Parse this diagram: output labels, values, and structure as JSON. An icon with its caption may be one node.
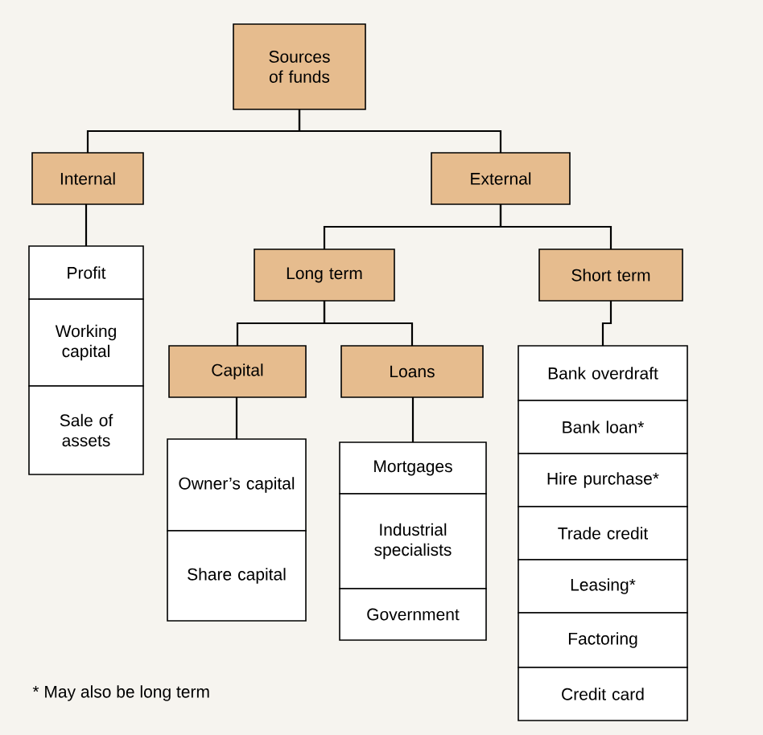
{
  "diagram": {
    "nodes": [
      {
        "text": [
          "Sources of funds"
        ]
      },
      {
        "text": [
          "Internal"
        ]
      },
      {
        "text": [
          "External"
        ]
      },
      {
        "text": [
          "Long term"
        ]
      },
      {
        "text": [
          "Short term"
        ]
      },
      {
        "text": [
          "Capital"
        ]
      },
      {
        "text": [
          "Loans"
        ]
      },
      {
        "text": [
          "Profit"
        ]
      },
      {
        "text": [
          "Working capital"
        ]
      },
      {
        "text": [
          "Sale of assets"
        ]
      },
      {
        "text": [
          "Owner’s capital"
        ]
      },
      {
        "text": [
          "Share capital"
        ]
      },
      {
        "text": [
          "Mortgages"
        ]
      },
      {
        "text": [
          "Industrial specialists"
        ]
      },
      {
        "text": [
          "Government"
        ]
      },
      {
        "text": [
          "Bank overdraft"
        ]
      },
      {
        "text": [
          "Bank loan*"
        ]
      },
      {
        "text": [
          "Hire purchase*"
        ]
      },
      {
        "text": [
          "Trade credit"
        ]
      },
      {
        "text": [
          "Leasing*"
        ]
      },
      {
        "text": [
          "Factoring"
        ]
      },
      {
        "text": [
          "Credit card"
        ]
      }
    ],
    "edges": [
      {
        "from": 0,
        "to": 1,
        "arrow": "none"
      },
      {
        "from": 0,
        "to": 2,
        "arrow": "none"
      },
      {
        "from": 2,
        "to": 3,
        "arrow": "none"
      },
      {
        "from": 2,
        "to": 4,
        "arrow": "none"
      },
      {
        "from": 3,
        "to": 5,
        "arrow": "none"
      },
      {
        "from": 3,
        "to": 6,
        "arrow": "none"
      },
      {
        "from": 1,
        "to": 7,
        "arrow": "none"
      },
      {
        "from": 5,
        "to": 10,
        "arrow": "none"
      },
      {
        "from": 6,
        "to": 12,
        "arrow": "none"
      },
      {
        "from": 4,
        "to": 15,
        "arrow": "none"
      }
    ],
    "labels": [
      "* May also be long term"
    ]
  }
}
